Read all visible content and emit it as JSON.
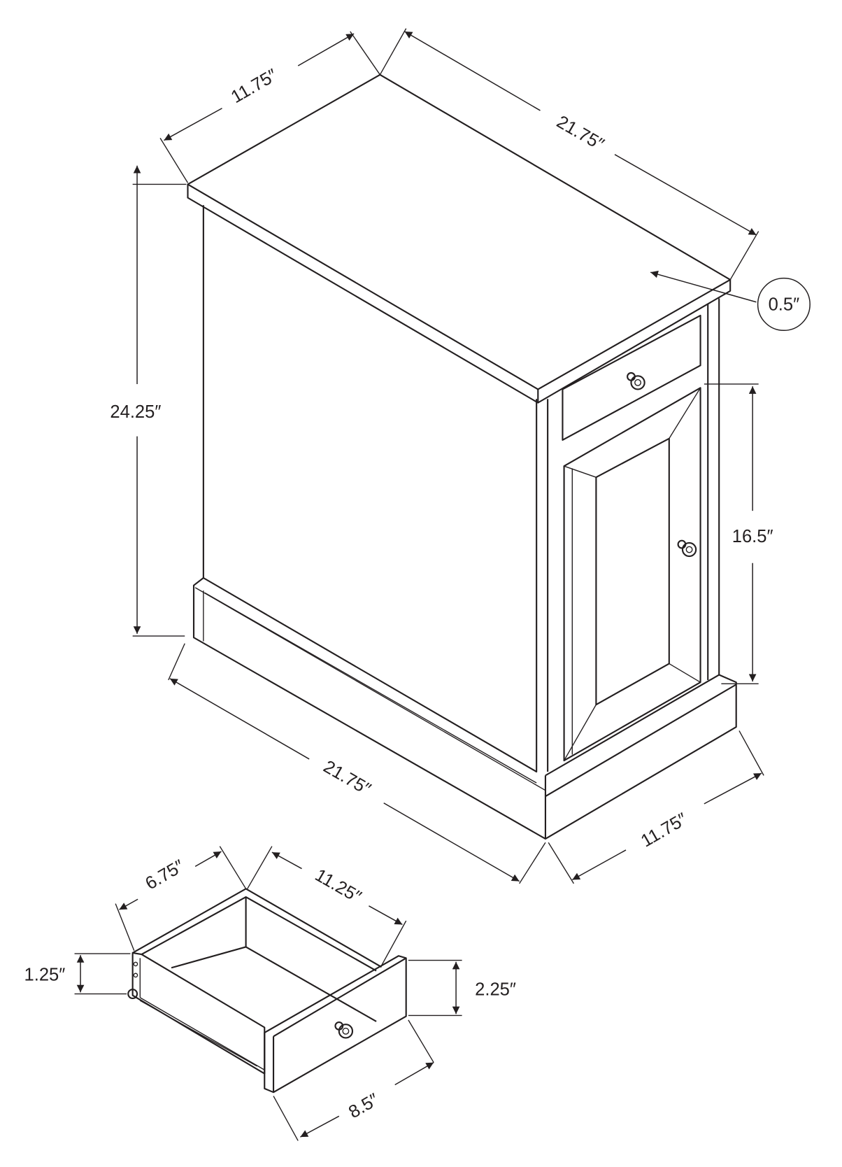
{
  "diagram": {
    "title": "Accent cabinet dimension drawing",
    "cabinet": {
      "top_depth": "11.75″",
      "top_width": "21.75″",
      "top_thickness": "0.5″",
      "height": "24.25″",
      "door_height": "16.5″",
      "base_width": "21.75″",
      "base_depth": "11.75″"
    },
    "drawer": {
      "interior_width": "6.75″",
      "interior_depth": "11.25″",
      "interior_height": "1.25″",
      "front_height": "2.25″",
      "front_width": "8.5″"
    },
    "line_color": "#231f20"
  }
}
